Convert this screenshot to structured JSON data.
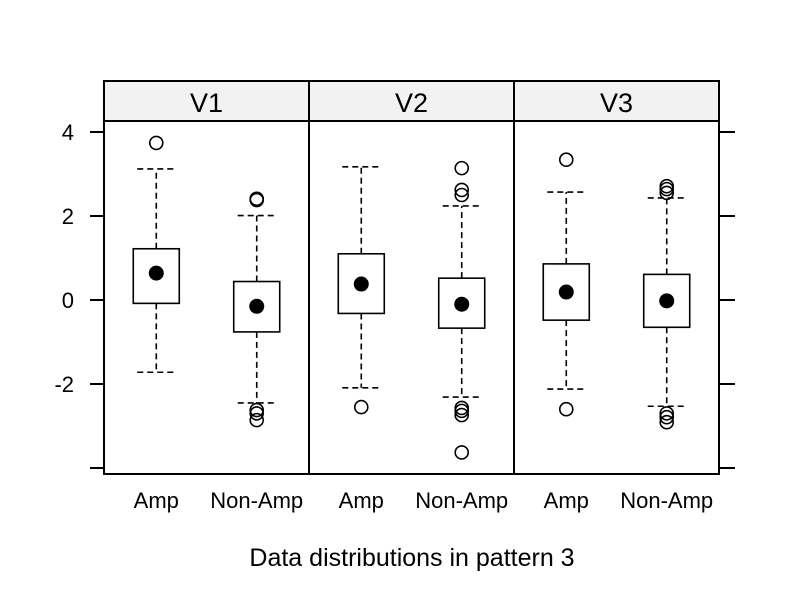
{
  "chart_data": {
    "type": "box",
    "xlabel": "Data distributions in pattern 3",
    "ylabel": "",
    "ylim": [
      -4,
      4
    ],
    "y_ticks": [
      -2,
      0,
      2,
      4
    ],
    "y_tick_labels": [
      "-2",
      "0",
      "2",
      "4"
    ],
    "groups": [
      "Amp",
      "Non-Amp"
    ],
    "panels": [
      {
        "label": "V1",
        "boxes": [
          {
            "group": "Amp",
            "whisker_low": -1.72,
            "q1": -0.08,
            "median": 0.64,
            "q3": 1.22,
            "whisker_high": 3.12,
            "outliers": [
              3.74
            ]
          },
          {
            "group": "Non-Amp",
            "whisker_low": -2.45,
            "q1": -0.76,
            "median": -0.15,
            "q3": 0.44,
            "whisker_high": 2.01,
            "outliers": [
              2.41,
              2.38,
              -2.62,
              -2.7,
              -2.86
            ]
          }
        ]
      },
      {
        "label": "V2",
        "boxes": [
          {
            "group": "Amp",
            "whisker_low": -2.09,
            "q1": -0.32,
            "median": 0.38,
            "q3": 1.1,
            "whisker_high": 3.17,
            "outliers": [
              -2.55
            ]
          },
          {
            "group": "Non-Amp",
            "whisker_low": -2.31,
            "q1": -0.67,
            "median": -0.1,
            "q3": 0.52,
            "whisker_high": 2.24,
            "outliers": [
              3.14,
              2.62,
              2.5,
              -2.57,
              -2.64,
              -2.74,
              -3.63
            ]
          }
        ]
      },
      {
        "label": "V3",
        "boxes": [
          {
            "group": "Amp",
            "whisker_low": -2.12,
            "q1": -0.48,
            "median": 0.19,
            "q3": 0.86,
            "whisker_high": 2.57,
            "outliers": [
              3.34,
              -2.6
            ]
          },
          {
            "group": "Non-Amp",
            "whisker_low": -2.53,
            "q1": -0.65,
            "median": -0.02,
            "q3": 0.61,
            "whisker_high": 2.43,
            "outliers": [
              2.71,
              2.64,
              2.55,
              -2.7,
              -2.79,
              -2.91
            ]
          }
        ]
      }
    ],
    "strip_color": "#f2f2f2",
    "grid": false,
    "legend": "none"
  }
}
